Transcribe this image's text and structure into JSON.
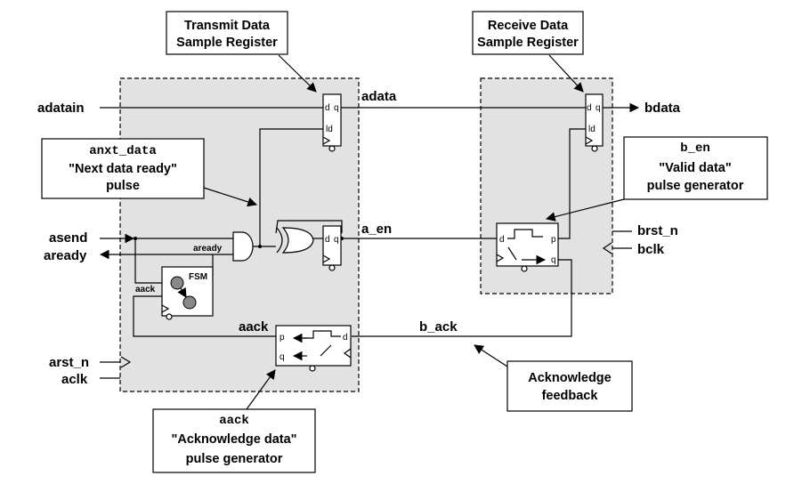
{
  "callouts": {
    "transmit_register": [
      "Transmit Data",
      "Sample Register"
    ],
    "receive_register": [
      "Receive Data",
      "Sample Register"
    ],
    "anxt_data": {
      "signal": "anxt_data",
      "lines": [
        "\"Next data ready\"",
        "pulse"
      ]
    },
    "b_en": {
      "signal": "b_en",
      "lines": [
        "\"Valid data\"",
        "pulse generator"
      ]
    },
    "acknowledge_feedback": [
      "Acknowledge",
      "feedback"
    ],
    "aack": {
      "signal": "aack",
      "lines": [
        "\"Acknowledge data\"",
        "pulse generator"
      ]
    }
  },
  "signals": {
    "adatain": "adatain",
    "adata": "adata",
    "bdata": "bdata",
    "asend": "asend",
    "aready": "aready",
    "aready_internal": "aready",
    "a_en": "a_en",
    "brst_n": "brst_n",
    "bclk": "bclk",
    "aack_wire": "aack",
    "aack_internal": "aack",
    "b_ack": "b_ack",
    "arst_n": "arst_n",
    "aclk": "aclk"
  },
  "pins": {
    "d": "d",
    "q": "q",
    "ld": "ld",
    "p": "p"
  },
  "fsm_label": "FSM"
}
